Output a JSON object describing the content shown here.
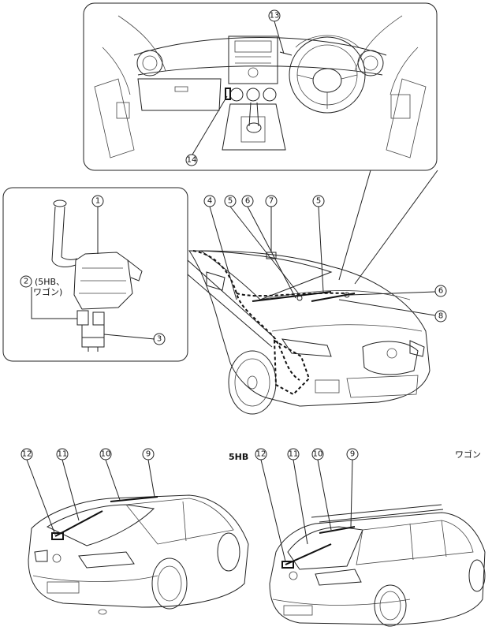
{
  "callouts": {
    "c1": "1",
    "c2": "2",
    "c3": "3",
    "c4": "4",
    "c5a": "5",
    "c5b": "5",
    "c6a": "6",
    "c6b": "6",
    "c7": "7",
    "c8": "8",
    "c9a": "9",
    "c9b": "9",
    "c10a": "10",
    "c10b": "10",
    "c11a": "11",
    "c11b": "11",
    "c12a": "12",
    "c12b": "12",
    "c13": "13",
    "c14": "14"
  },
  "labels": {
    "variant_5hb": "(5HB、",
    "variant_wagon": "ワゴン)",
    "body_5hb": "5HB",
    "body_wagon": "ワゴン"
  },
  "colors": {
    "line": "#222222",
    "background": "#ffffff"
  }
}
